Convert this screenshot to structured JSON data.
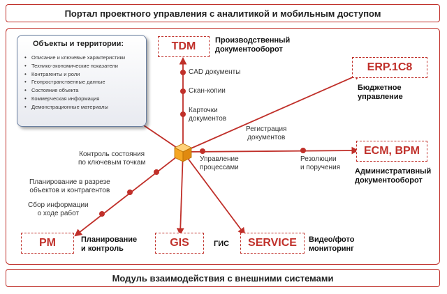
{
  "header": {
    "title": "Портал проектного управления с аналитикой и мобильным доступом"
  },
  "footer": {
    "title": "Модуль взаимодействия с внешними системами"
  },
  "objects_panel": {
    "title": "Объекты и территории:",
    "items": [
      "Описание и ключевые характеристики",
      "Технико-экономические показатели",
      "Контрагенты и роли",
      "Геопространственные данные",
      "Состояние объекта",
      "Коммерческая информация",
      "Демонстрационные материалы"
    ]
  },
  "nodes": {
    "tdm": {
      "label": "TDM",
      "caption": [
        "Производственный",
        "документооборот"
      ]
    },
    "erp": {
      "label": "ERP.1C8",
      "caption": [
        "Бюджетное",
        "управление"
      ]
    },
    "ecm": {
      "label": "ECM, BPM",
      "caption": [
        "Административный",
        "документооборот"
      ]
    },
    "pm": {
      "label": "PM",
      "caption": [
        "Планирование",
        "и контроль"
      ]
    },
    "gis": {
      "label": "GIS",
      "caption": [
        "ГИС"
      ]
    },
    "service": {
      "label": "SERVICE",
      "caption": [
        "Видео/фото",
        "мониторинг"
      ]
    }
  },
  "flow_labels": {
    "cad": "CAD документы",
    "scan": "Скан-копии",
    "cards": [
      "Карточки",
      "документов"
    ],
    "registration": [
      "Регистрация",
      "документов"
    ],
    "process": [
      "Управление",
      "процессами"
    ],
    "resolutions": [
      "Резолюции",
      "и поручения"
    ],
    "control": [
      "Контроль состояния",
      "по ключевым точкам"
    ],
    "planning": [
      "Планирование в разрезе",
      "объектов и контрагентов"
    ],
    "collection": [
      "Сбор информации",
      "о ходе работ"
    ]
  },
  "colors": {
    "accent": "#c0302a",
    "hub": "#f5a623",
    "panel_border": "#6a7fa0"
  }
}
